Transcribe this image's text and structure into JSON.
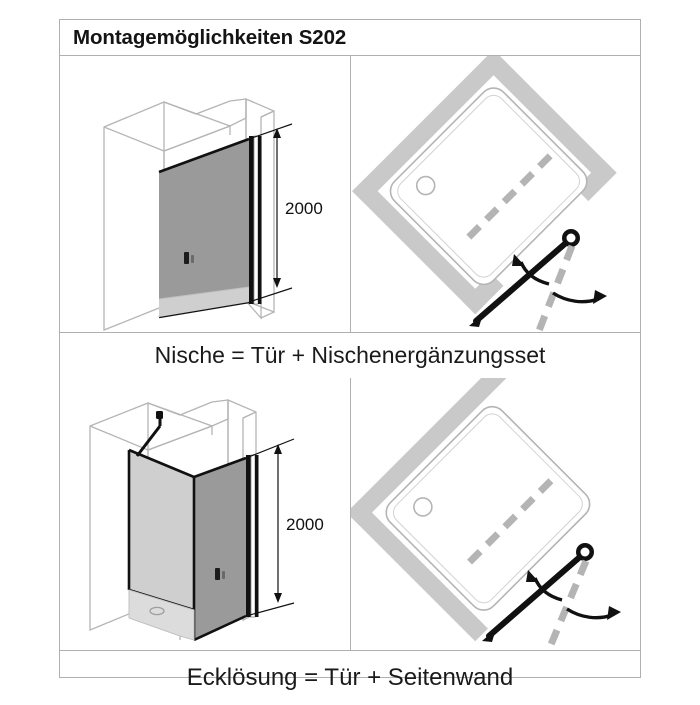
{
  "sheet": {
    "title": "Montagemöglichkeiten S202"
  },
  "rows": [
    {
      "id": "niche",
      "caption": "Nische = Tür + Nischenergänzungsset",
      "isometric": {
        "dimension_label": "2000",
        "handle": "door-handle",
        "description": "Nische isometric view with shower door"
      },
      "plan": {
        "description": "Nische plan view with hinged door swing"
      }
    },
    {
      "id": "corner",
      "caption": "Ecklösung = Tür + Seitenwand",
      "isometric": {
        "dimension_label": "2000",
        "handle": "door-handle",
        "description": "Ecklösung isometric view with side panel and stabilizer bar"
      },
      "plan": {
        "description": "Ecklösung plan view with hinged door swing"
      }
    }
  ],
  "colors": {
    "border": "#b0b0b0",
    "wall_outline": "#b5b5b5",
    "glass": "#9a9a9a",
    "glass_light": "#c9c9c9",
    "frame": "#111111",
    "plan_wall": "#c9c9c9",
    "dashed": "#b4b4b4",
    "text": "#141414"
  }
}
